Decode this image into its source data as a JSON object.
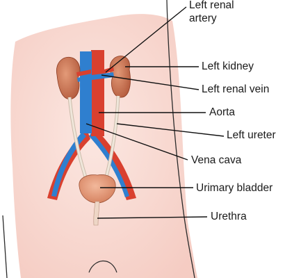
{
  "labels": {
    "left_renal_artery": "Left renal\nartery",
    "left_kidney": "Left kidney",
    "left_renal_vein": "Left renal vein",
    "aorta": "Aorta",
    "left_ureter": "Left ureter",
    "vena_cava": "Vena cava",
    "urinary_bladder": "Urimary bladder",
    "urethra": "Urethra"
  },
  "colors": {
    "skin": "#f6cfc6",
    "kidney": "#c96f4f",
    "artery": "#d9402f",
    "vein": "#2f7fcf",
    "ureter": "#e8dccd",
    "bladder": "#e39a78",
    "leader_line": "#111111"
  }
}
